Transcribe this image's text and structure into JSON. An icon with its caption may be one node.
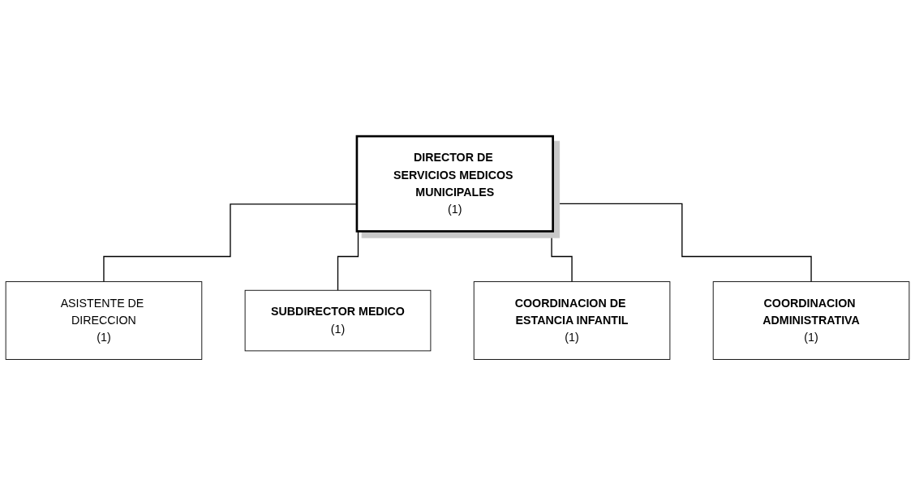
{
  "diagram": {
    "nodes": [
      {
        "text": [
          "DIRECTOR DE SERVICIOS MEDICOS MUNICIPALES",
          "(1)"
        ]
      },
      {
        "text": [
          "ASISTENTE DE DIRECCION",
          "(1)"
        ]
      },
      {
        "text": [
          "SUBDIRECTOR MEDICO",
          "(1)"
        ]
      },
      {
        "text": [
          "COORDINACION DE ESTANCIA INFANTIL",
          "(1)"
        ]
      },
      {
        "text": [
          "COORDINACION ADMINISTRATIVA",
          "(1)"
        ]
      }
    ],
    "edges": [
      {
        "from": 0,
        "to": 1,
        "arrow": "none"
      },
      {
        "from": 0,
        "to": 2,
        "arrow": "none"
      },
      {
        "from": 0,
        "to": 3,
        "arrow": "none"
      },
      {
        "from": 0,
        "to": 4,
        "arrow": "none"
      }
    ]
  }
}
